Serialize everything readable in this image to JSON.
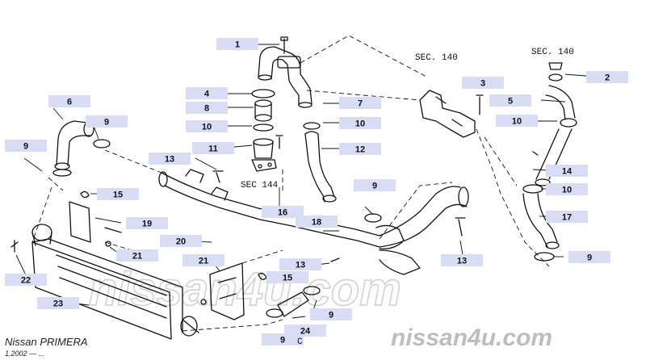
{
  "callouts": [
    {
      "id": "c1",
      "text": "1"
    },
    {
      "id": "c2",
      "text": "2"
    },
    {
      "id": "c3",
      "text": "3"
    },
    {
      "id": "c4",
      "text": "4"
    },
    {
      "id": "c5",
      "text": "5"
    },
    {
      "id": "c6",
      "text": "6"
    },
    {
      "id": "c7",
      "text": "7"
    },
    {
      "id": "c8",
      "text": "8"
    },
    {
      "id": "c9a",
      "text": "9"
    },
    {
      "id": "c9b",
      "text": "9"
    },
    {
      "id": "c9c",
      "text": "9"
    },
    {
      "id": "c9d",
      "text": "9"
    },
    {
      "id": "c9e",
      "text": "9"
    },
    {
      "id": "c9f",
      "text": "9"
    },
    {
      "id": "c10a",
      "text": "10"
    },
    {
      "id": "c10b",
      "text": "10"
    },
    {
      "id": "c10c",
      "text": "10"
    },
    {
      "id": "c10d",
      "text": "10"
    },
    {
      "id": "c11",
      "text": "11"
    },
    {
      "id": "c12",
      "text": "12"
    },
    {
      "id": "c13a",
      "text": "13"
    },
    {
      "id": "c13b",
      "text": "13"
    },
    {
      "id": "c13c",
      "text": "13"
    },
    {
      "id": "c14",
      "text": "14"
    },
    {
      "id": "c15a",
      "text": "15"
    },
    {
      "id": "c15b",
      "text": "15"
    },
    {
      "id": "c16",
      "text": "16"
    },
    {
      "id": "c17",
      "text": "17"
    },
    {
      "id": "c18",
      "text": "18"
    },
    {
      "id": "c19",
      "text": "19"
    },
    {
      "id": "c20",
      "text": "20"
    },
    {
      "id": "c21a",
      "text": "21"
    },
    {
      "id": "c21b",
      "text": "21"
    },
    {
      "id": "c22",
      "text": "22"
    },
    {
      "id": "c23",
      "text": "23"
    },
    {
      "id": "c24",
      "text": "24"
    }
  ],
  "section_refs": {
    "sec140_left": "SEC. 140",
    "sec140_right": "SEC. 140",
    "sec144": "SEC 144"
  },
  "point_c": "C",
  "footer": {
    "model": "Nissan PRIMERA",
    "date": "1.2002 — ..."
  },
  "watermark": {
    "large": "nissan4u.com",
    "small": "nissan4u.com"
  },
  "colors": {
    "callout_bg": "#d9dcf5",
    "line": "#111111",
    "watermark": "#c8c8c8"
  }
}
